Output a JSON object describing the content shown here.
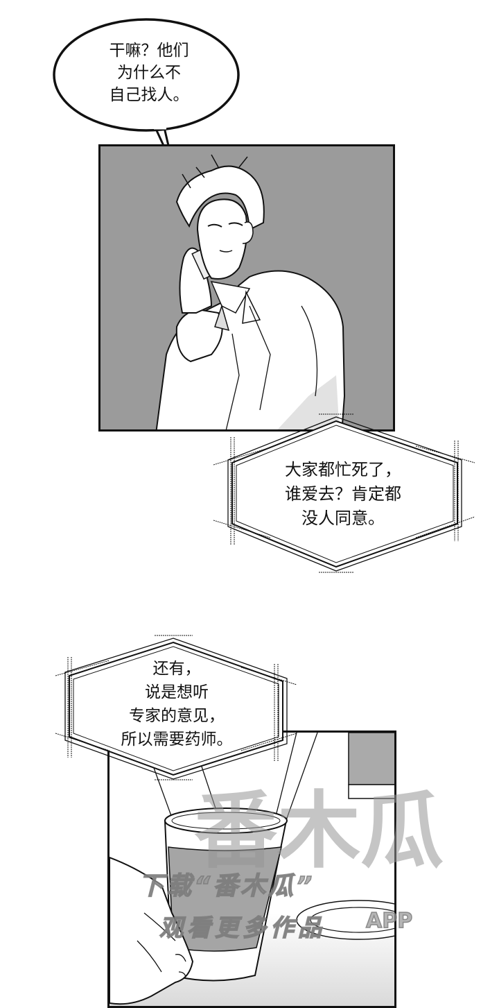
{
  "page": {
    "type": "manga-page",
    "background": "#ffffff"
  },
  "speech_bubble": {
    "lines": [
      "干嘛？他们",
      "为什么不",
      "自己找人。"
    ],
    "text": "干嘛？他们\n为什么不\n自己找人。"
  },
  "panel_1": {
    "description": "Man with light hair holding a phone to his ear, wearing a white jacket and collared shirt",
    "background_color": "#9b9b9b"
  },
  "caption_1": {
    "lines": [
      "大家都忙死了，",
      "谁爱去？肯定都",
      "没人同意。"
    ],
    "text": "大家都忙死了，\n谁爱去？肯定都\n没人同意。"
  },
  "caption_2": {
    "lines": [
      "还有，",
      "说是想听",
      "专家的意见，",
      "所以需要药师。"
    ],
    "text": "还有，\n说是想听\n专家的意见，\n所以需要药师。"
  },
  "panel_2": {
    "description": "Close-up of a hand holding a disposable coffee cup with a sleeve"
  },
  "watermark": {
    "logo_text": "番木瓜",
    "line_1": "下载“番木瓜”",
    "app": "APP",
    "line_2": "观看更多作品"
  },
  "colors": {
    "ink": "#111111",
    "panel_gray": "#9b9b9b",
    "watermark_gray": "#969696"
  }
}
